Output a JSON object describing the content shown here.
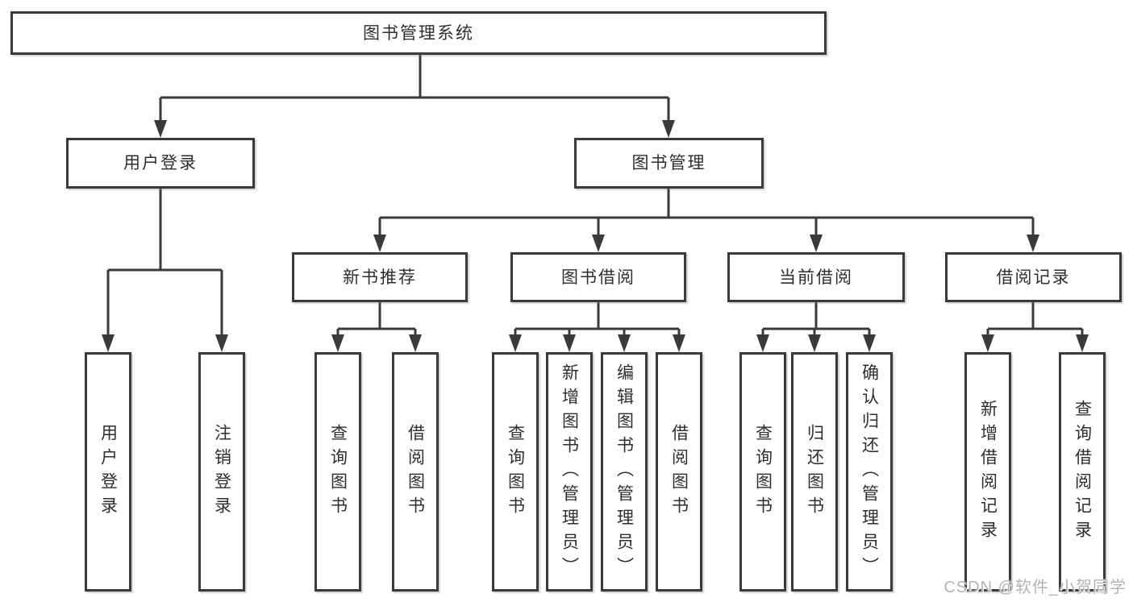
{
  "root": {
    "label": "图书管理系统"
  },
  "level2": {
    "user_login": {
      "label": "用户登录"
    },
    "book_mgmt": {
      "label": "图书管理"
    }
  },
  "level3": {
    "new_books": {
      "label": "新书推荐"
    },
    "book_borrow": {
      "label": "图书借阅"
    },
    "current_borrow": {
      "label": "当前借阅"
    },
    "borrow_records": {
      "label": "借阅记录"
    }
  },
  "leaves": {
    "user_login": [
      "用户登录",
      "注销登录"
    ],
    "new_books": [
      "查询图书",
      "借阅图书"
    ],
    "book_borrow": [
      "查询图书",
      "新增图书（管理员）",
      "编辑图书（管理员）",
      "借阅图书"
    ],
    "current_borrow": [
      "查询图书",
      "归还图书",
      "确认归还（管理员）"
    ],
    "borrow_records": [
      "新增借阅记录",
      "查询借阅记录"
    ]
  },
  "watermark": "CSDN @软件_小贺同学",
  "colors": {
    "line": "#3a3a3a",
    "box_border": "#3a3a3a",
    "text": "#2e2e2e",
    "watermark": "#b3b3b3",
    "background": "#ffffff"
  }
}
